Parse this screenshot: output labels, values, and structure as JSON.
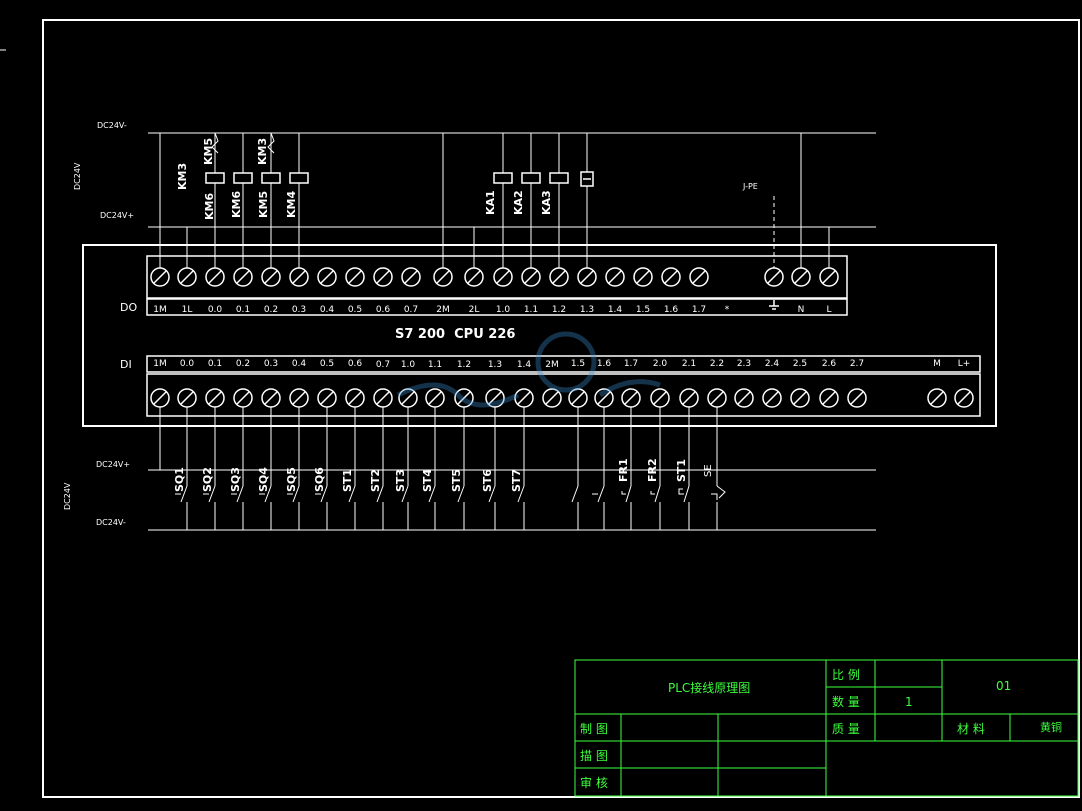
{
  "supply_labels": {
    "do_minus": "DC24V-",
    "do_plus": "DC24V+",
    "do_side": "DC24V",
    "di_plus": "DC24V+",
    "di_minus": "DC24V-",
    "di_side": "DC24V"
  },
  "plc": {
    "title": "S7 200  CPU 226",
    "do_tag": "DO",
    "di_tag": "DI"
  },
  "do_terminals": [
    "1M",
    "1L",
    "0.0",
    "0.1",
    "0.2",
    "0.3",
    "0.4",
    "0.5",
    "0.6",
    "0.7",
    "2M",
    "2L",
    "1.0",
    "1.1",
    "1.2",
    "1.3",
    "1.4",
    "1.5",
    "1.6",
    "1.7",
    "*",
    "",
    "N",
    "L"
  ],
  "di_terminals": [
    "1M",
    "0.0",
    "0.1",
    "0.2",
    "0.3",
    "0.4",
    "0.5",
    "0.6",
    "0.7",
    "1.0",
    "1.1",
    "1.2",
    "1.3",
    "1.4",
    "2M",
    "1.5",
    "1.6",
    "1.7",
    "2.0",
    "2.1",
    "2.2",
    "2.3",
    "2.4",
    "2.5",
    "2.6",
    "2.7",
    "M",
    "L+"
  ],
  "output_devices": {
    "km3_top": "KM3",
    "km5_top": "KM5",
    "km3_top2": "KM3",
    "km6": "KM6",
    "km6b": "KM6",
    "km5": "KM5",
    "km4": "KM4",
    "ka1": "KA1",
    "ka2": "KA2",
    "ka3": "KA3",
    "pe": "J-PE"
  },
  "input_devices": [
    "SQ1",
    "SQ2",
    "SQ3",
    "SQ4",
    "SQ5",
    "SQ6",
    "ST1",
    "ST2",
    "ST3",
    "ST4",
    "ST5",
    "ST6",
    "ST7",
    "FR1",
    "FR2",
    "ST1",
    "SE"
  ],
  "title_block": {
    "drawing_title": "PLC接线原理图",
    "scale_label": "比 例",
    "quantity_label": "数 量",
    "quantity_value": "1",
    "drawing_number": "01",
    "mass_label": "质 量",
    "material_label": "材 料",
    "material_value": "黄铜",
    "drawn_label": "制 图",
    "traced_label": "描 图",
    "checked_label": "审 核"
  },
  "colors": {
    "line": "#ffffff",
    "title_block": "#3cff3c",
    "background": "#000000"
  }
}
